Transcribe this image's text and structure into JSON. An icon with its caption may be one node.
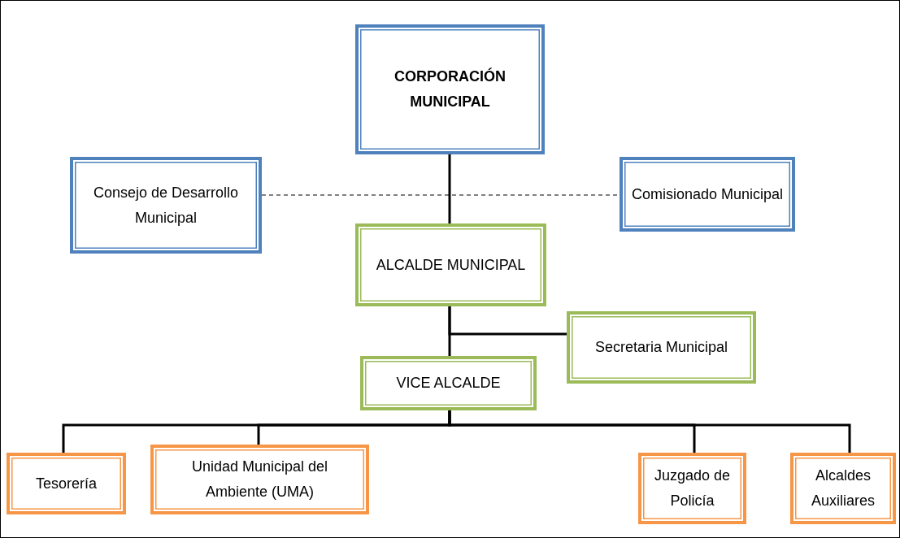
{
  "diagram": {
    "nodes": [
      {
        "text": [
          "CORPORACIÓN MUNICIPAL"
        ]
      },
      {
        "text": [
          "Consejo de Desarrollo Municipal"
        ]
      },
      {
        "text": [
          "Comisionado Municipal"
        ]
      },
      {
        "text": [
          "ALCALDE MUNICIPAL"
        ]
      },
      {
        "text": [
          "Secretaria Municipal"
        ]
      },
      {
        "text": [
          "VICE ALCALDE"
        ]
      },
      {
        "text": [
          "Tesorería"
        ]
      },
      {
        "text": [
          "Unidad Municipal del Ambiente (UMA)"
        ]
      },
      {
        "text": [
          "Juzgado de Policía"
        ]
      },
      {
        "text": [
          "Alcaldes Auxiliares"
        ]
      }
    ],
    "edges": [
      {
        "from": 0,
        "to": 3,
        "arrow": "none"
      },
      {
        "from": 1,
        "to": 2,
        "arrow": "none",
        "style": "dashed"
      },
      {
        "from": 3,
        "to": 5,
        "arrow": "none"
      },
      {
        "from": 3,
        "to": 4,
        "arrow": "none"
      },
      {
        "from": 5,
        "to": 6,
        "arrow": "none"
      },
      {
        "from": 5,
        "to": 7,
        "arrow": "none"
      },
      {
        "from": 5,
        "to": 8,
        "arrow": "none"
      },
      {
        "from": 5,
        "to": 9,
        "arrow": "none"
      }
    ]
  }
}
